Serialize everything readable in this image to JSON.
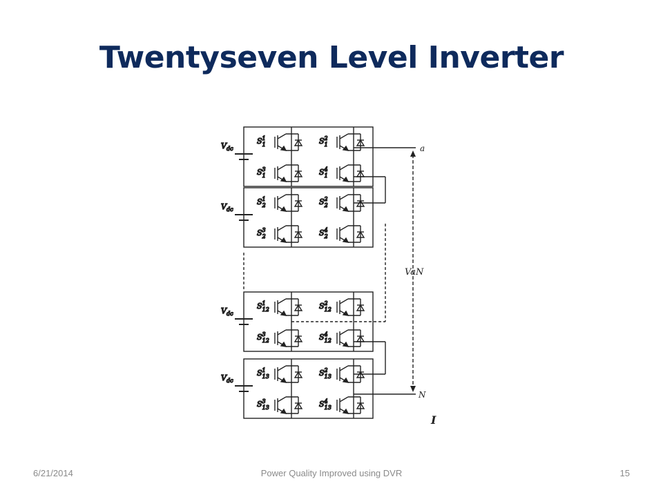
{
  "slide": {
    "title": "Twentyseven Level Inverter"
  },
  "diagram": {
    "source_label": "Vdc",
    "output_top": "a",
    "output_bottom": "N",
    "output_voltage": "VaN",
    "cursor_mark": "I",
    "cells": [
      {
        "switches": [
          {
            "base": "S",
            "sup": "1",
            "sub": "1"
          },
          {
            "base": "S",
            "sup": "2",
            "sub": "1"
          },
          {
            "base": "S",
            "sup": "3",
            "sub": "1"
          },
          {
            "base": "S",
            "sup": "4",
            "sub": "1"
          }
        ]
      },
      {
        "switches": [
          {
            "base": "S",
            "sup": "1",
            "sub": "2"
          },
          {
            "base": "S",
            "sup": "2",
            "sub": "2"
          },
          {
            "base": "S",
            "sup": "3",
            "sub": "2"
          },
          {
            "base": "S",
            "sup": "4",
            "sub": "2"
          }
        ]
      },
      {
        "switches": [
          {
            "base": "S",
            "sup": "1",
            "sub": "12"
          },
          {
            "base": "S",
            "sup": "2",
            "sub": "12"
          },
          {
            "base": "S",
            "sup": "3",
            "sub": "12"
          },
          {
            "base": "S",
            "sup": "4",
            "sub": "12"
          }
        ]
      },
      {
        "switches": [
          {
            "base": "S",
            "sup": "1",
            "sub": "13"
          },
          {
            "base": "S",
            "sup": "2",
            "sub": "13"
          },
          {
            "base": "S",
            "sup": "3",
            "sub": "13"
          },
          {
            "base": "S",
            "sup": "4",
            "sub": "13"
          }
        ]
      }
    ]
  },
  "footer": {
    "date": "6/21/2014",
    "center": "Power Quality Improved using DVR",
    "page": "15"
  }
}
